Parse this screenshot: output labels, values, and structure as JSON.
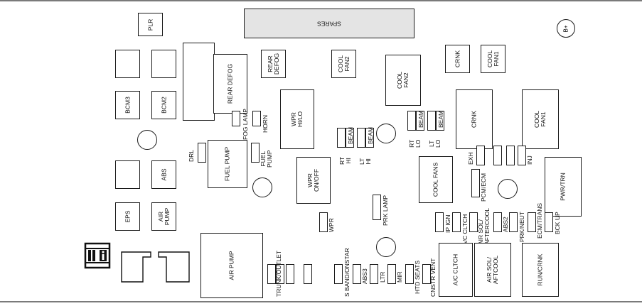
{
  "labels": {
    "plr": "PLR",
    "spares": "SPARES",
    "b_plus": "B+",
    "rear_defog_big": "REAR DEFOG",
    "rear_defog_small": "REAR\nDEFOG",
    "cool_fan2_small": "COOL\nFAN2",
    "cool_fan2_big": "COOL\nFAN2",
    "crnk_small": "CRNK",
    "cool_fan1_small": "COOL\nFAN1",
    "bcm3": "BCM3",
    "bcm2": "BCM2",
    "fog_lamp": "FOG LAMP",
    "horn": "HORN",
    "wpr_hilo": "WPR\nHI/LO",
    "rt_hi_beam": "RT\nHI",
    "beam_1": "BEAM",
    "lt_hi_beam": "LT\nHI",
    "beam_2": "BEAM",
    "rt_lo_beam": "RT\nLO",
    "beam_3": "BEAM",
    "lt_lo_beam": "LT\nLO",
    "beam_4": "BEAM",
    "crnk_big": "CRNK",
    "cool_fan1_big": "COOL\nFAN1",
    "drl": "DRL",
    "fuel_pump_big": "FUEL PUMP",
    "fuel_pump_small": "FUEL\nPUMP",
    "abs_big": "ABS",
    "wpr_onoff": "WPR\nON/OFF",
    "exh": "EXH",
    "inj": "INJ",
    "cool_fans": "COOL FANS",
    "pcm_ecm": "PCM/ECM",
    "pwr_trn": "PWR/TRN",
    "prk_lamp": "PRK LAMP",
    "eps": "EPS",
    "air_pump_small": "AIR\nPUMP",
    "wpr": "WPR",
    "ip_ign": "IP IGN",
    "ac_clth": "A/C CLTCH",
    "air_sol_aftercool_small": "AIR SOL/\nAFTERCOOL",
    "abs2": "ABS2",
    "prk_neut": "PRK/NEUT",
    "ecm_trans": "ECM/TRANS",
    "bck_up": "BCK UP",
    "air_pump_big": "AIR PUMP",
    "trunk_outlet": "TRUNK/OUTLET",
    "s_band_onstar": "S BAND/ONSTAR",
    "abs3": "ABS3",
    "ltr": "LTR",
    "mir": "MIR",
    "htd_seats": "HTD SEATS",
    "cnstr_vent": "CNSTR VENT",
    "ac_clth_big": "A/C CLTCH",
    "air_sol_aftercool_big": "AIR SOL/\nAFTCOOL",
    "run_crnk": "RUN/CRNK"
  },
  "icons": {
    "manual": "manual-book-icon"
  }
}
